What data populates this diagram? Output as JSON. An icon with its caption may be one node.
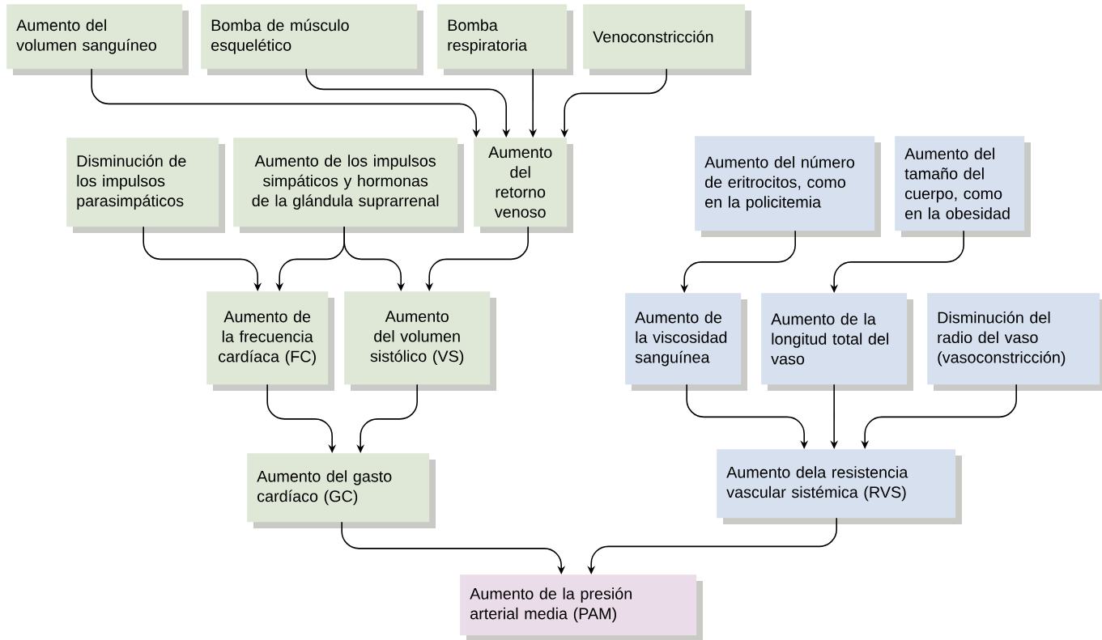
{
  "diagram": {
    "nodes": [
      {
        "text": [
          "Aumento del volumen sanguíneo"
        ]
      },
      {
        "text": [
          "Bomba de músculo esquelético"
        ]
      },
      {
        "text": [
          "Bomba respiratoria"
        ]
      },
      {
        "text": [
          "Venoconstricción"
        ]
      },
      {
        "text": [
          "Disminución de los impulsos parasimpáticos"
        ]
      },
      {
        "text": [
          "Aumento de los impulsos simpáticos y hormonas de la glándula suprarrenal"
        ]
      },
      {
        "text": [
          "Aumento del retorno venoso"
        ]
      },
      {
        "text": [
          "Aumento del número de eritrocitos, como en la policitemia"
        ]
      },
      {
        "text": [
          "Aumento del tamaño del cuerpo, como en la obesidad"
        ]
      },
      {
        "text": [
          "Aumento de la frecuencia cardíaca (FC)"
        ]
      },
      {
        "text": [
          "Aumento del volumen sistólico (VS)"
        ]
      },
      {
        "text": [
          "Aumento de la viscosidad sanguínea"
        ]
      },
      {
        "text": [
          "Aumento de la longitud total del vaso"
        ]
      },
      {
        "text": [
          "Disminución del radio del vaso (vasoconstricción)"
        ]
      },
      {
        "text": [
          "Aumento del gasto cardíaco (GC)"
        ]
      },
      {
        "text": [
          "Aumento dela resistencia vascular sistémica (RVS)"
        ]
      },
      {
        "text": [
          "Aumento de la presión arterial media (PAM)"
        ]
      }
    ],
    "edges": [
      {
        "from": 0,
        "to": 6,
        "arrow": "to"
      },
      {
        "from": 1,
        "to": 6,
        "arrow": "to"
      },
      {
        "from": 2,
        "to": 6,
        "arrow": "to"
      },
      {
        "from": 3,
        "to": 6,
        "arrow": "to"
      },
      {
        "from": 4,
        "to": 9,
        "arrow": "to"
      },
      {
        "from": 5,
        "to": 9,
        "arrow": "to"
      },
      {
        "from": 5,
        "to": 10,
        "arrow": "to"
      },
      {
        "from": 6,
        "to": 10,
        "arrow": "to"
      },
      {
        "from": 7,
        "to": 11,
        "arrow": "to"
      },
      {
        "from": 8,
        "to": 12,
        "arrow": "to"
      },
      {
        "from": 9,
        "to": 14,
        "arrow": "to"
      },
      {
        "from": 10,
        "to": 14,
        "arrow": "to"
      },
      {
        "from": 11,
        "to": 15,
        "arrow": "to"
      },
      {
        "from": 12,
        "to": 15,
        "arrow": "to"
      },
      {
        "from": 13,
        "to": 15,
        "arrow": "to"
      },
      {
        "from": 14,
        "to": 16,
        "arrow": "to"
      },
      {
        "from": 15,
        "to": 16,
        "arrow": "to"
      }
    ]
  }
}
